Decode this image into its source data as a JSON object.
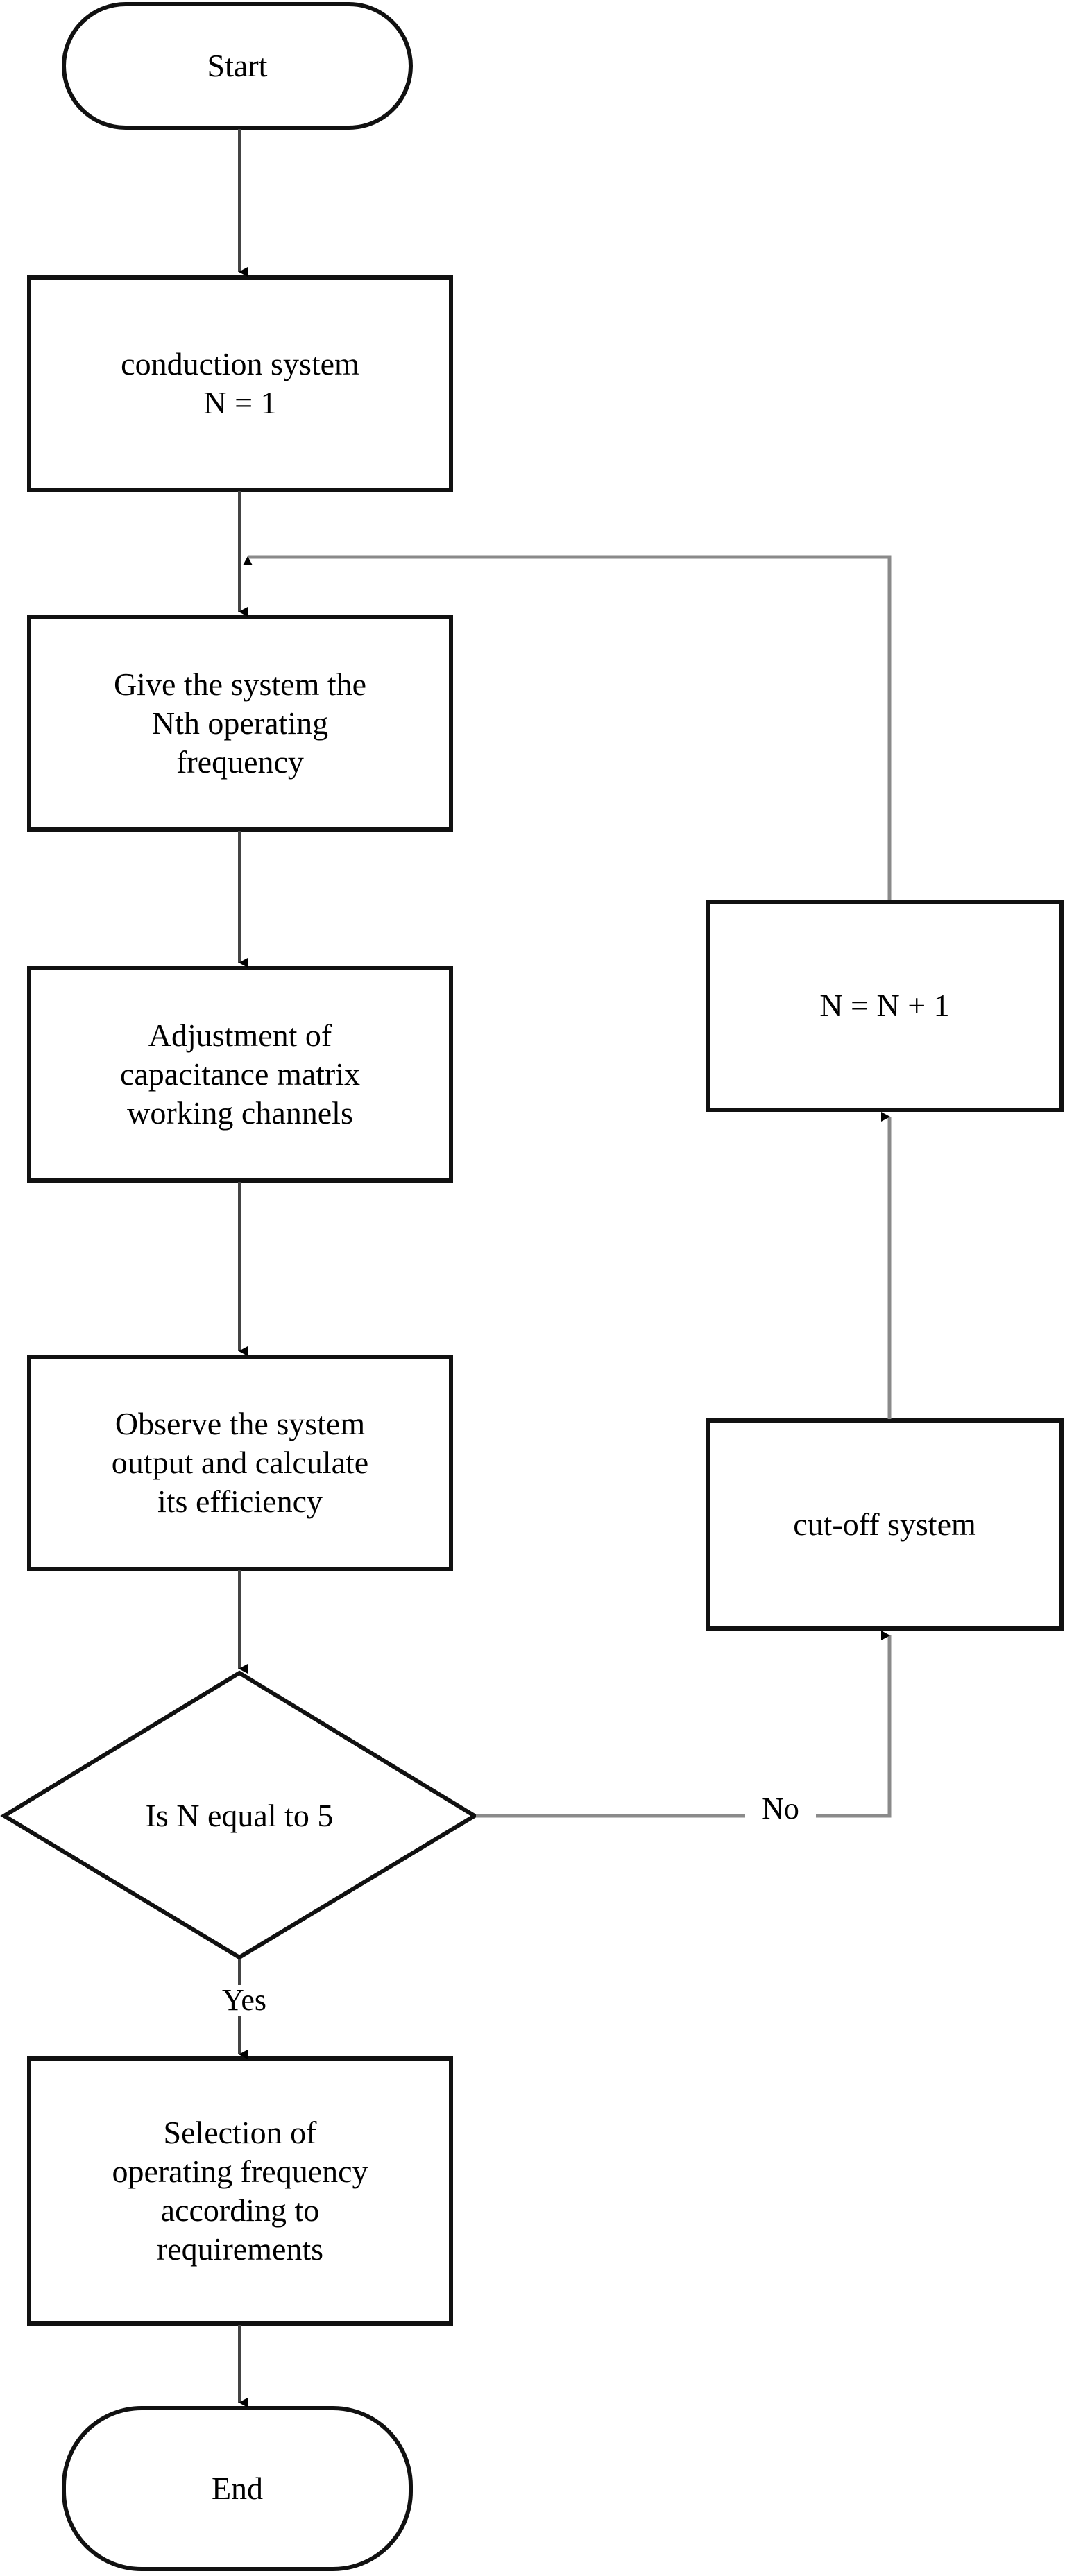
{
  "diagram": {
    "type": "flowchart",
    "orientation": "top-to-bottom",
    "background_color": "#ffffff",
    "line_color": "#000000",
    "text_color": "#000000",
    "nodes": [
      {
        "id": "start",
        "shape": "terminator",
        "label": "Start"
      },
      {
        "id": "conduction",
        "shape": "process",
        "label": "conduction system\nN = 1"
      },
      {
        "id": "give_freq",
        "shape": "process",
        "label": "Give the system the\nNth operating\nfrequency"
      },
      {
        "id": "adjustment",
        "shape": "process",
        "label": "Adjustment of\ncapacitance matrix\nworking channels"
      },
      {
        "id": "observe",
        "shape": "process",
        "label": "Observe the system\noutput and calculate\nits efficiency"
      },
      {
        "id": "decision",
        "shape": "decision",
        "label": "Is N equal to 5"
      },
      {
        "id": "selection",
        "shape": "process",
        "label": "Selection of\noperating frequency\naccording to\nrequirements"
      },
      {
        "id": "end",
        "shape": "terminator",
        "label": "End"
      },
      {
        "id": "increment",
        "shape": "process",
        "label": "N = N + 1"
      },
      {
        "id": "cutoff",
        "shape": "process",
        "label": "cut-off system"
      }
    ],
    "edges": [
      {
        "from": "start",
        "to": "conduction",
        "label": ""
      },
      {
        "from": "conduction",
        "to": "give_freq",
        "label": ""
      },
      {
        "from": "give_freq",
        "to": "adjustment",
        "label": ""
      },
      {
        "from": "adjustment",
        "to": "observe",
        "label": ""
      },
      {
        "from": "observe",
        "to": "decision",
        "label": ""
      },
      {
        "from": "decision",
        "to": "selection",
        "label": "Yes"
      },
      {
        "from": "decision",
        "to": "cutoff",
        "label": "No"
      },
      {
        "from": "cutoff",
        "to": "increment",
        "label": ""
      },
      {
        "from": "increment",
        "to": "give_freq",
        "label": ""
      },
      {
        "from": "selection",
        "to": "end",
        "label": ""
      }
    ],
    "edge_labels": {
      "yes": "Yes",
      "no": "No"
    }
  }
}
